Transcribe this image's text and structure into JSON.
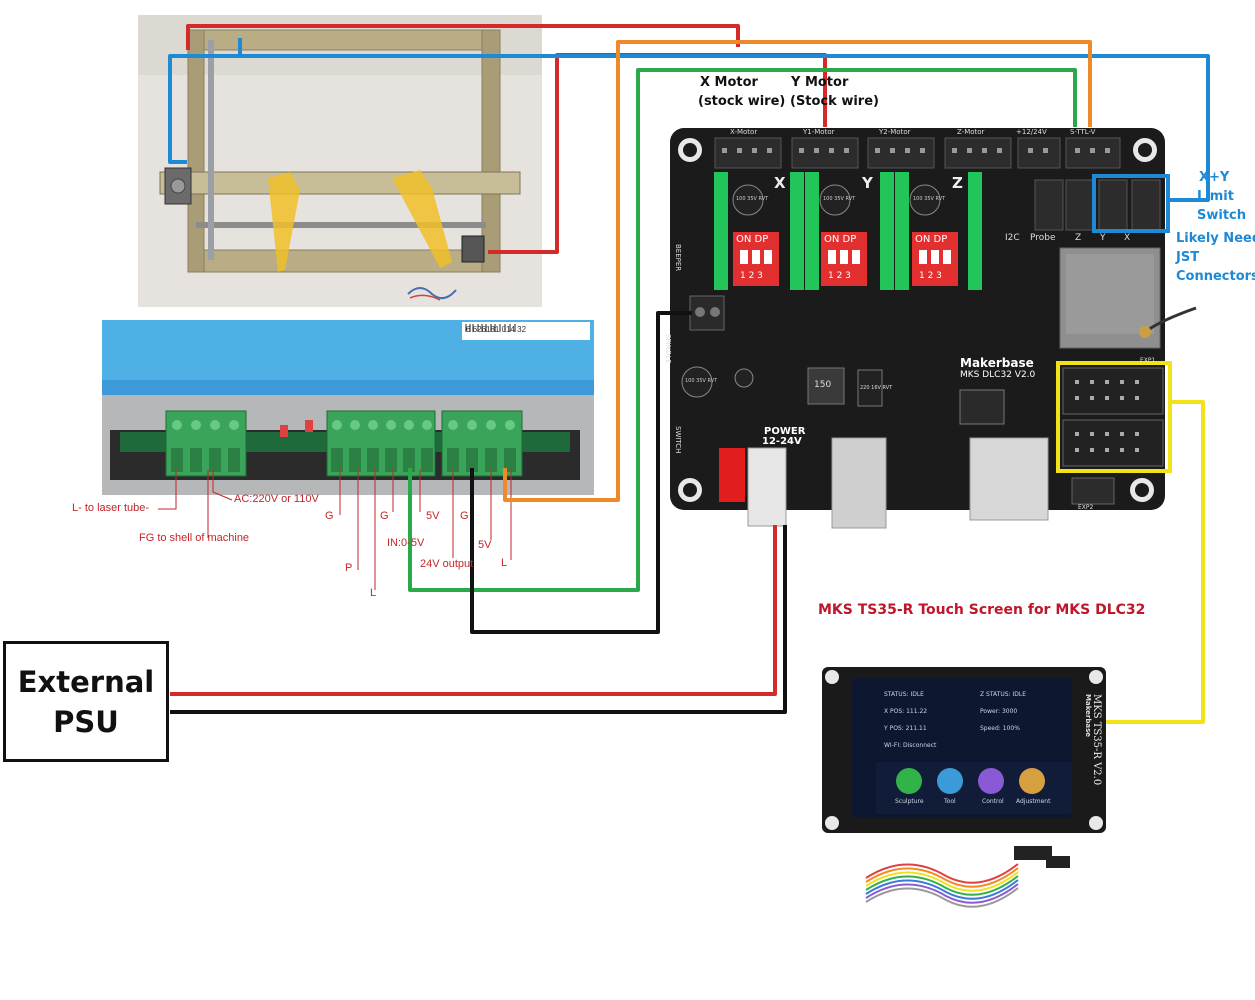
{
  "labels": {
    "x_motor": "X Motor",
    "x_motor_sub": "(stock wire)",
    "y_motor": "Y Motor",
    "y_motor_sub": "(Stock wire)",
    "limit_line1": "X+Y",
    "limit_line2": "Limit",
    "limit_line3": "Switch",
    "jst_line1": "Likely Need",
    "jst_line2": "JST",
    "jst_line3": "Connectors",
    "touch_screen_caption": "MKS TS35-R Touch Screen for MKS DLC32",
    "external_psu_line1": "External",
    "external_psu_line2": "PSU"
  },
  "laser_psu_labels": {
    "laser_tube": "L- to laser tube-",
    "ac": "AC:220V or 110V",
    "fg": "FG to shell of machine",
    "g1": "G",
    "g2": "G",
    "g3": "G",
    "v5a": "5V",
    "in": "IN:0-5V",
    "v5b": "5V",
    "out24": "24V output",
    "p": "P",
    "l1": "L",
    "l2": "L",
    "barcode": "6 626181 014 32"
  },
  "board": {
    "brand": "Makerbase",
    "model": "MKS DLC32 V2.0",
    "headers": [
      "X-Motor",
      "Y1-Motor",
      "Y2-Motor",
      "Z-Motor",
      "+12/24V",
      "S-TTL-V"
    ],
    "drivers": [
      "X",
      "Y",
      "Z"
    ],
    "dip_label": "ON DP",
    "dip_numbers": "1 2 3",
    "cap_text": "100 35V RVT",
    "small_labels": [
      "I2C",
      "Probe",
      "Z",
      "Y",
      "X",
      "EXP1",
      "EXP2",
      "SPINDLE",
      "POWER",
      "12-24V",
      "SWITCH",
      "BEEPER",
      "150",
      "220 16V RVT"
    ]
  },
  "touch_screen": {
    "brand": "Makerbase",
    "model": "MKS TS35-R V2.0",
    "status_rows": [
      "STATUS: IDLE",
      "X POS: 111.22",
      "Y POS: 211.11",
      "WI-FI: Disconnect"
    ],
    "status_rows_right": [
      "Z STATUS: IDLE",
      "Power: 3000",
      "Speed: 100%"
    ],
    "buttons": [
      "Sculpture",
      "Tool",
      "Control",
      "Adjustment"
    ]
  },
  "colors": {
    "red_wire": "#d42a2a",
    "blue_wire": "#1e8ad6",
    "orange_wire": "#ee8a2a",
    "green_wire": "#2aa84a",
    "black_wire": "#111111",
    "yellow_wire": "#f2e21a",
    "board": "#1b1b1b",
    "driver_green": "#22c55a",
    "dip_red": "#e23030",
    "psu_blue": "#3e9ad8",
    "terminal_green": "#3aa55a",
    "frame_gold": "#b3a47a"
  }
}
